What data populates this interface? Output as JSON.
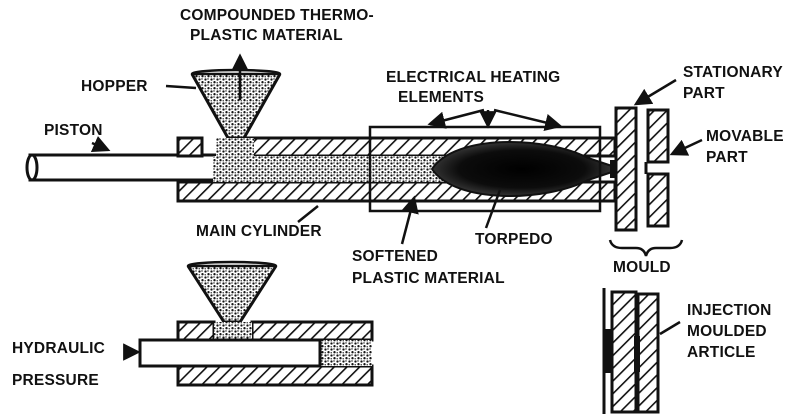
{
  "labels": {
    "compounded_1": "COMPOUNDED THERMO-",
    "compounded_2": "PLASTIC MATERIAL",
    "hopper": "HOPPER",
    "piston": "PISTON",
    "heating_1": "ELECTRICAL HEATING",
    "heating_2": "ELEMENTS",
    "stationary_1": "STATIONARY",
    "stationary_2": "PART",
    "movable_1": "MOVABLE",
    "movable_2": "PART",
    "main_cylinder": "MAIN  CYLINDER",
    "softened_1": "SOFTENED",
    "softened_2": "PLASTIC MATERIAL",
    "torpedo": "TORPEDO",
    "mould": "MOULD",
    "injection_1": "INJECTION",
    "injection_2": "MOULDED",
    "injection_3": "ARTICLE",
    "hydraulic_1": "HYDRAULIC",
    "hydraulic_2": "PRESSURE"
  },
  "colors": {
    "ink": "#111111",
    "paper": "#ffffff"
  }
}
